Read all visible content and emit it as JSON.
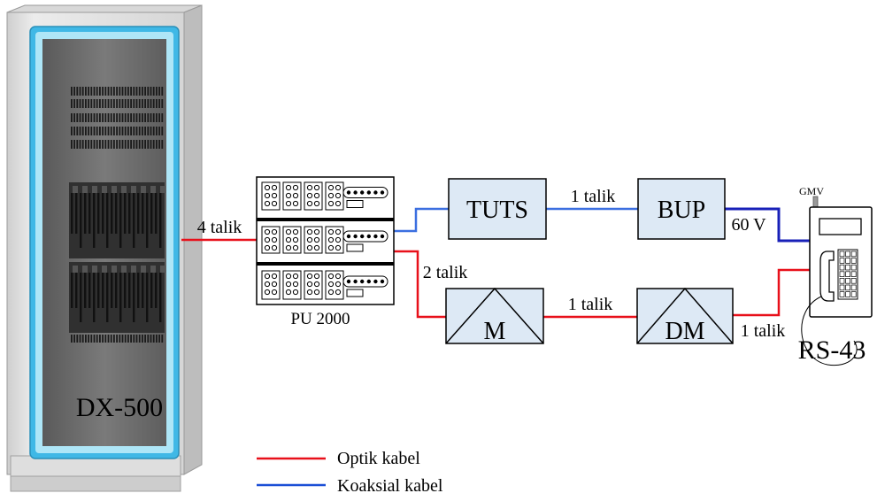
{
  "rack": {
    "label": "DX-500"
  },
  "pu": {
    "label": "PU 2000"
  },
  "blocks": {
    "tuts": "TUTS",
    "bup": "BUP",
    "m": "M",
    "dm": "DM"
  },
  "phone": {
    "label": "RS-43",
    "antenna_label": "GMV"
  },
  "links": {
    "rack_pu": "4 talik",
    "pu_m": "2 talik",
    "tuts_bup": "1 talik",
    "m_dm": "1 talik",
    "dm_phone": "1 talik",
    "bup_phone": "60 V"
  },
  "legend": {
    "optic": {
      "label": "Optik kabel",
      "color": "#e8101a"
    },
    "coax": {
      "label": "Koaksial kabel",
      "color": "#1b4fd6"
    }
  },
  "colors": {
    "rack_frame": "#3fb8e6",
    "rack_glass": "#6b6b6b",
    "rack_body": "#e3e3e3",
    "block_fill": "#dde9f5",
    "coax_dark": "#1820b8"
  }
}
